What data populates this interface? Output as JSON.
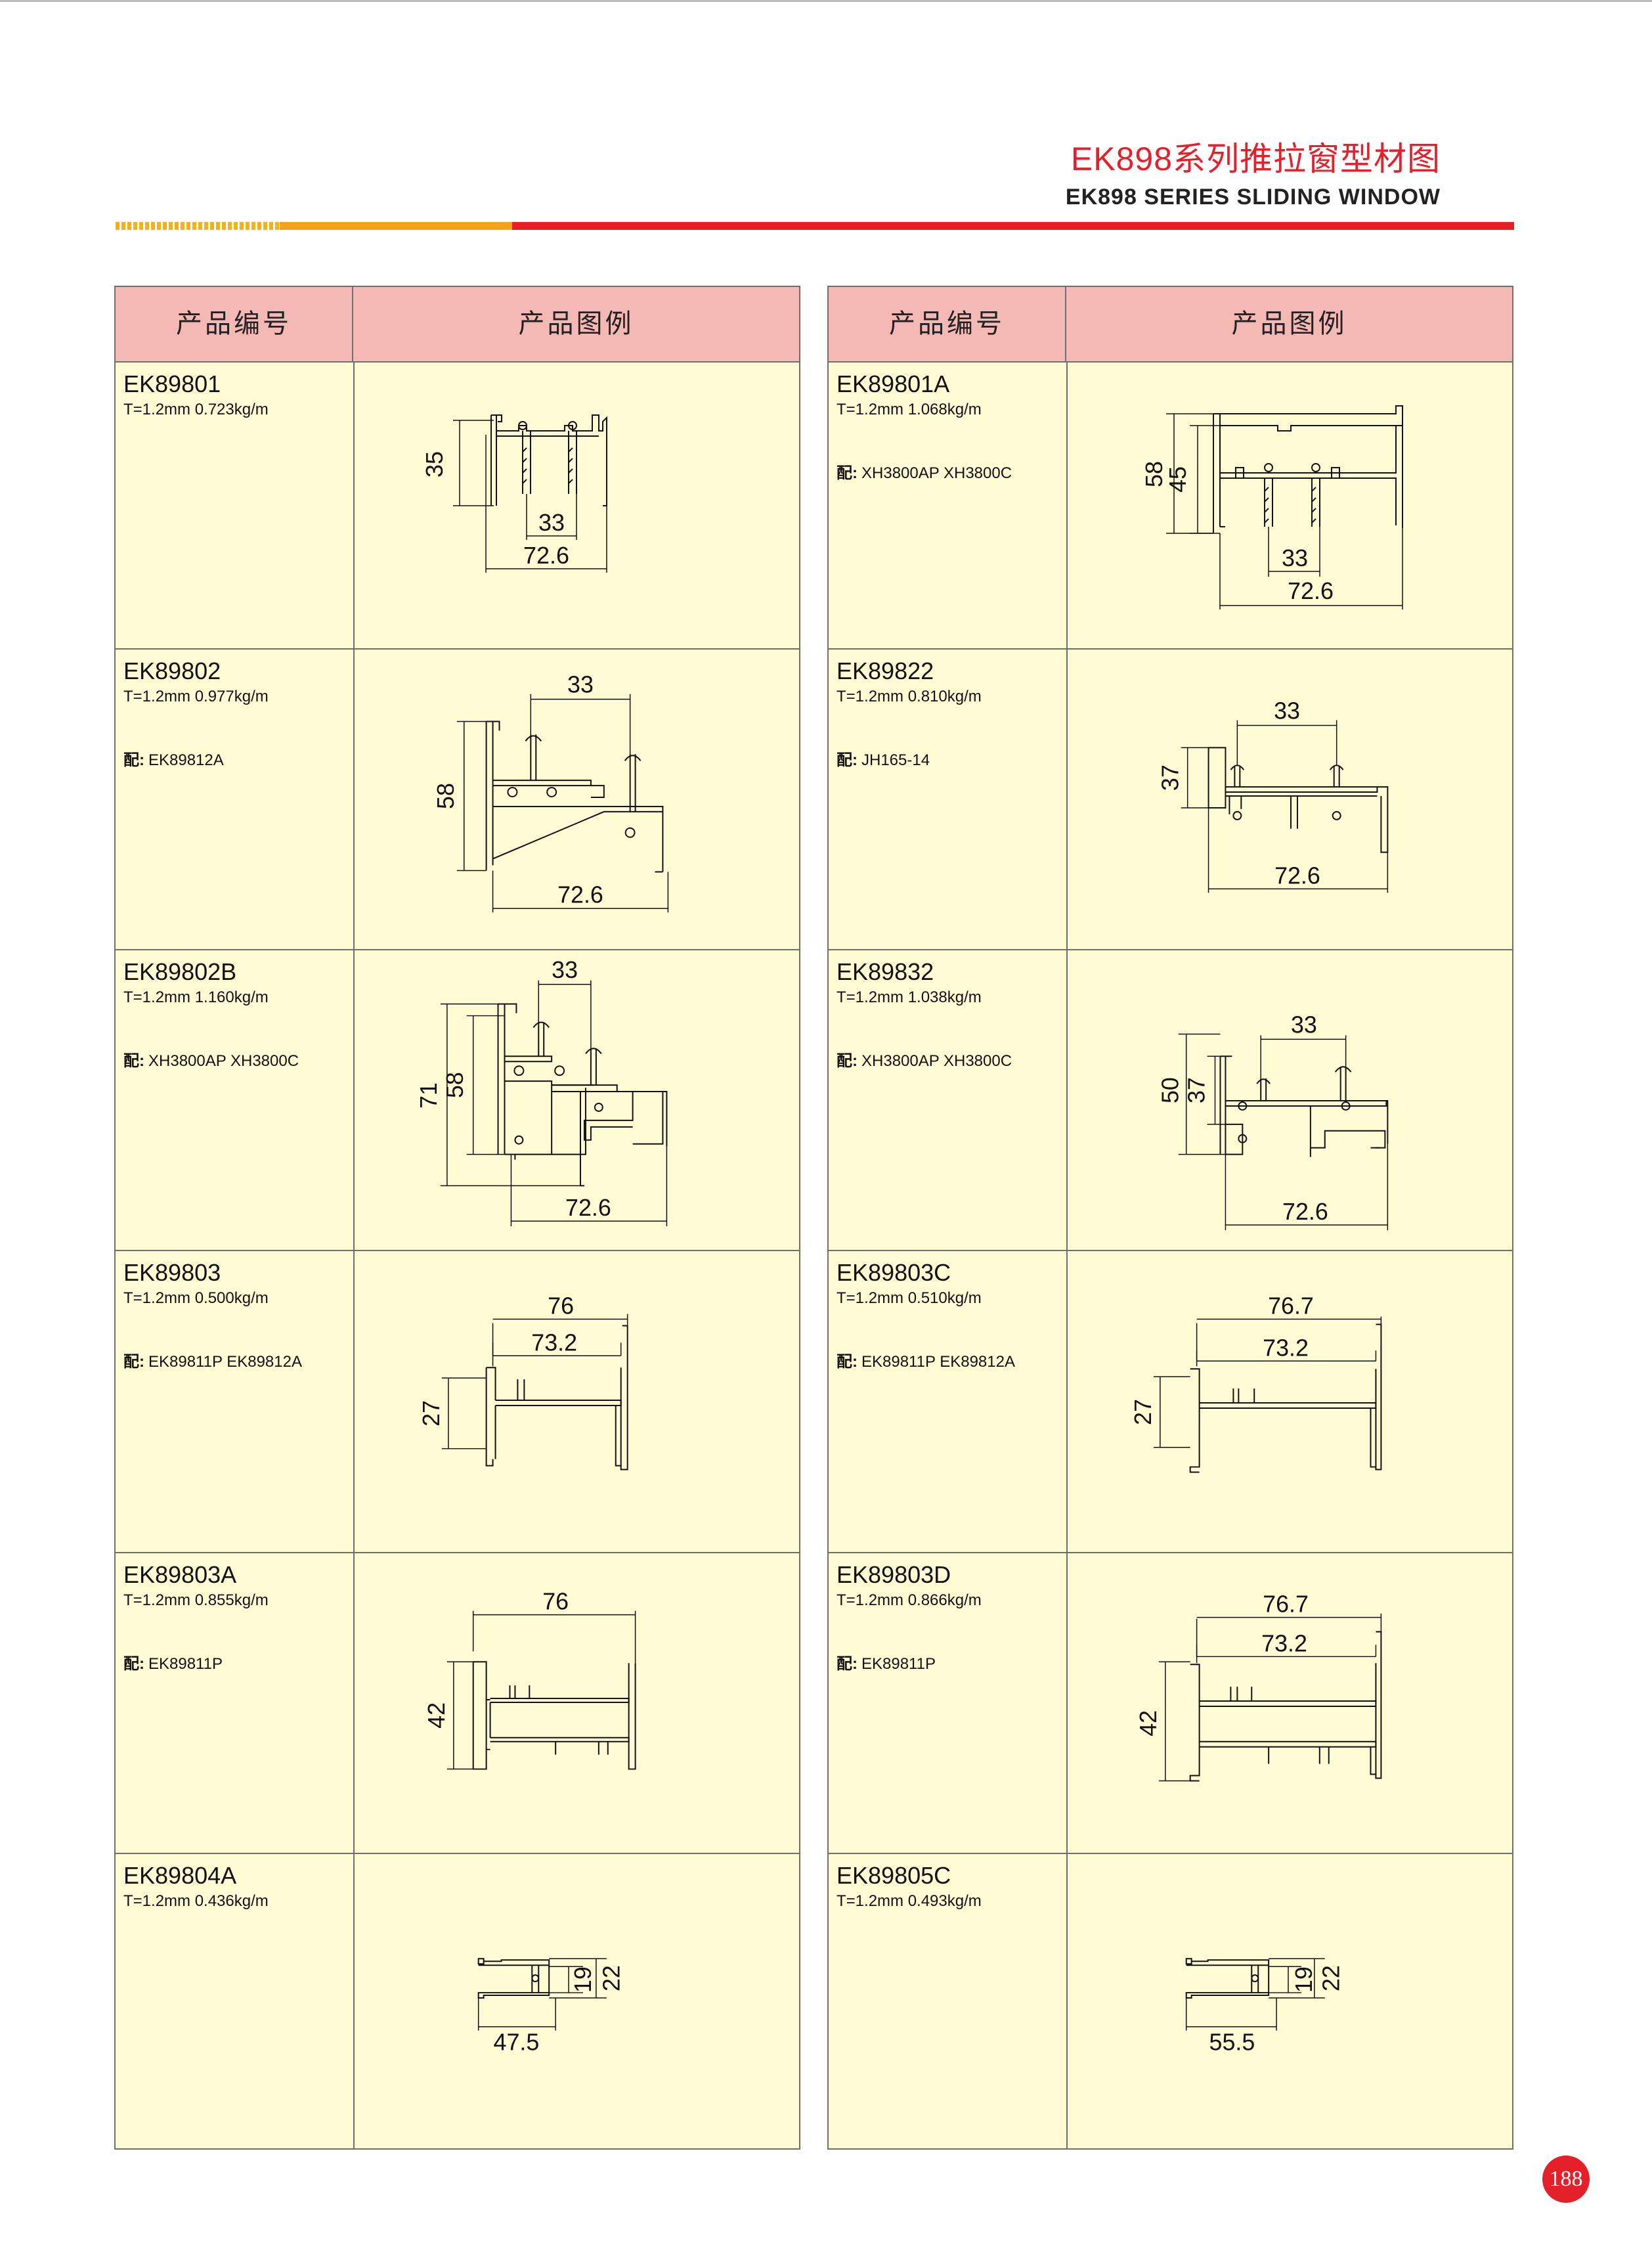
{
  "header": {
    "title_cn": "EK898系列推拉窗型材图",
    "title_en": "EK898 SERIES SLIDING WINDOW"
  },
  "table_headers": {
    "code": "产品编号",
    "image": "产品图例"
  },
  "mate_prefix": "配:",
  "left": [
    {
      "code": "EK89801",
      "spec": "T=1.2mm  0.723kg/m",
      "mate": "",
      "dims": {
        "v": "35",
        "inner": "33",
        "outer": "72.6"
      }
    },
    {
      "code": "EK89802",
      "spec": "T=1.2mm  0.977kg/m",
      "mate": "EK89812A",
      "dims": {
        "v": "58",
        "top": "33",
        "bottom": "72.6"
      }
    },
    {
      "code": "EK89802B",
      "spec": "T=1.2mm  1.160kg/m",
      "mate": "XH3800AP XH3800C",
      "dims": {
        "v1": "71",
        "v2": "58",
        "top": "33",
        "bottom": "72.6"
      }
    },
    {
      "code": "EK89803",
      "spec": "T=1.2mm  0.500kg/m",
      "mate": "EK89811P  EK89812A",
      "dims": {
        "top": "76",
        "mid": "73.2",
        "v": "27"
      }
    },
    {
      "code": "EK89803A",
      "spec": "T=1.2mm  0.855kg/m",
      "mate": "EK89811P",
      "dims": {
        "top": "76",
        "v": "42"
      }
    },
    {
      "code": "EK89804A",
      "spec": "T=1.2mm  0.436kg/m",
      "mate": "",
      "dims": {
        "v1": "19",
        "v2": "22",
        "bottom": "47.5"
      }
    }
  ],
  "right": [
    {
      "code": "EK89801A",
      "spec": "T=1.2mm  1.068kg/m",
      "mate": "XH3800AP XH3800C",
      "dims": {
        "v1": "58",
        "v2": "45",
        "inner": "33",
        "outer": "72.6"
      }
    },
    {
      "code": "EK89822",
      "spec": "T=1.2mm  0.810kg/m",
      "mate": "JH165-14",
      "dims": {
        "top": "33",
        "v": "37",
        "bottom": "72.6"
      }
    },
    {
      "code": "EK89832",
      "spec": "T=1.2mm  1.038kg/m",
      "mate": "XH3800AP XH3800C",
      "dims": {
        "top": "33",
        "v1": "50",
        "v2": "37",
        "bottom": "72.6"
      }
    },
    {
      "code": "EK89803C",
      "spec": "T=1.2mm  0.510kg/m",
      "mate": "EK89811P  EK89812A",
      "dims": {
        "top": "76.7",
        "mid": "73.2",
        "v": "27"
      }
    },
    {
      "code": "EK89803D",
      "spec": "T=1.2mm  0.866kg/m",
      "mate": "EK89811P",
      "dims": {
        "top": "76.7",
        "mid": "73.2",
        "v": "42"
      }
    },
    {
      "code": "EK89805C",
      "spec": "T=1.2mm  0.493kg/m",
      "mate": "",
      "dims": {
        "v1": "19",
        "v2": "22",
        "bottom": "55.5"
      }
    }
  ],
  "page_number": "188",
  "colors": {
    "accent_red": "#e4202a",
    "accent_yellow": "#f4a21c",
    "header_pink": "#f5b9b5",
    "cell_cream": "#fffbd5"
  }
}
